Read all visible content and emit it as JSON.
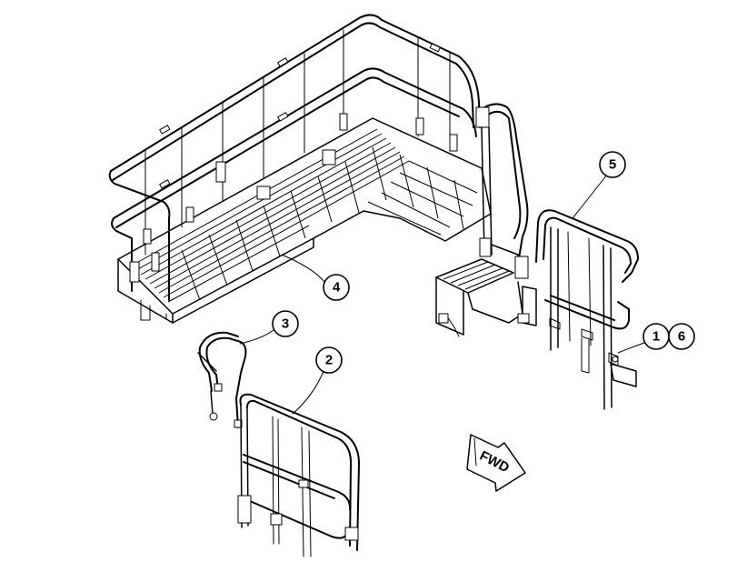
{
  "callouts": [
    {
      "id": "1",
      "label": "1"
    },
    {
      "id": "2",
      "label": "2"
    },
    {
      "id": "3",
      "label": "3"
    },
    {
      "id": "4",
      "label": "4"
    },
    {
      "id": "5",
      "label": "5"
    },
    {
      "id": "6",
      "label": "6"
    }
  ],
  "direction_arrow": {
    "label": "FWD"
  }
}
